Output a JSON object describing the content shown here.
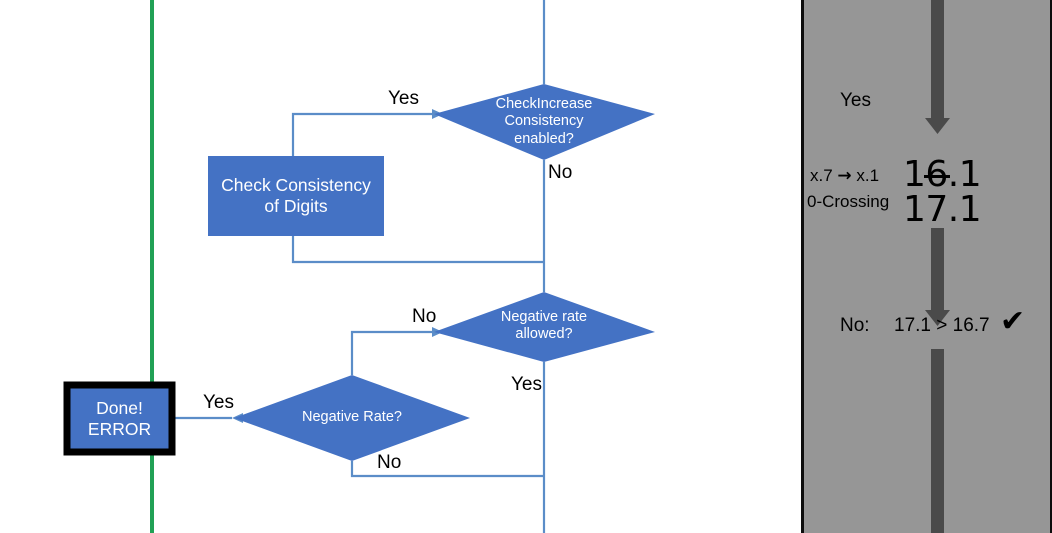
{
  "theme": {
    "shape_fill": "#4472C4",
    "shape_text": "#FFFFFF",
    "connector": "#5B8DC8",
    "green_line": "#21A155",
    "panel_bg": "#969696",
    "panel_border": "#0D0D0D",
    "arrow": "#4A4A4A",
    "label_text": "#000000",
    "error_box_border": "#000000"
  },
  "flow": {
    "nodes": [
      {
        "id": "check-increase-consistency-enabled",
        "type": "decision",
        "lines": [
          "CheckIncrease",
          "Consistency",
          "enabled?"
        ]
      },
      {
        "id": "check-consistency-of-digits",
        "type": "process",
        "lines": [
          "Check Consistency",
          "of Digits"
        ]
      },
      {
        "id": "negative-rate-allowed",
        "type": "decision",
        "lines": [
          "Negative rate",
          "allowed?"
        ]
      },
      {
        "id": "negative-rate",
        "type": "decision",
        "lines": [
          "Negative Rate?"
        ]
      },
      {
        "id": "done-error",
        "type": "terminator",
        "lines": [
          "Done!",
          "ERROR"
        ]
      }
    ],
    "edge_labels": [
      {
        "id": "edge-yes-check-increase",
        "text": "Yes"
      },
      {
        "id": "edge-no-check-increase",
        "text": "No"
      },
      {
        "id": "edge-no-negative-rate-allowed",
        "text": "No"
      },
      {
        "id": "edge-yes-negative-rate-allowed",
        "text": "Yes"
      },
      {
        "id": "edge-no-negative-rate",
        "text": "No"
      },
      {
        "id": "edge-yes-to-error",
        "text": "Yes"
      }
    ]
  },
  "panel": {
    "yes_label": "Yes",
    "rounding_label": "x.7",
    "rounding_arrow": "→",
    "rounding_target": "x.1",
    "zero_crossing_label": "0-Crossing",
    "value_struck": "16.1",
    "value_result": "17.1",
    "no_label": "No:",
    "comparison": "17.1 > 16.7",
    "check_mark": "✔"
  }
}
